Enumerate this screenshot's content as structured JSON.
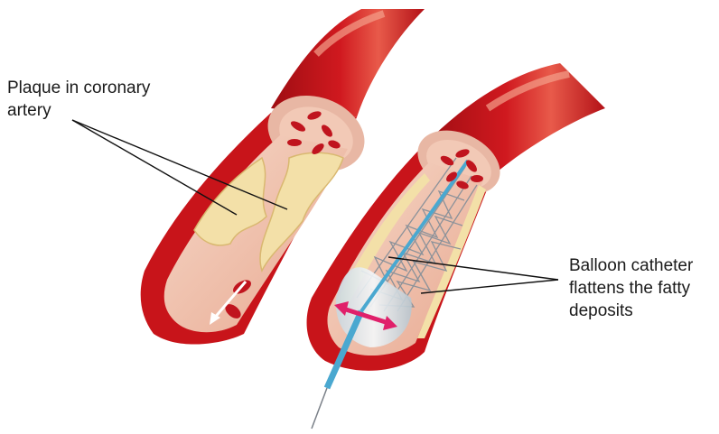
{
  "labels": {
    "left": {
      "line1": "Plaque in coronary",
      "line2": "artery"
    },
    "right": {
      "line1": "Balloon catheter",
      "line2": "flattens the fatty",
      "line3": "deposits"
    }
  },
  "colors": {
    "artery_outer": "#c8141a",
    "artery_highlight": "#f08070",
    "artery_wall": "#e8b7a4",
    "lumen": "#f2c9b6",
    "plaque": "#f3e0a8",
    "blood_cell": "#c0141e",
    "stent": "#9aa0a8",
    "balloon": "#dfe8ee",
    "catheter": "#4aa8d0",
    "arrow_magenta": "#e0206a",
    "leader_line": "#111111"
  }
}
